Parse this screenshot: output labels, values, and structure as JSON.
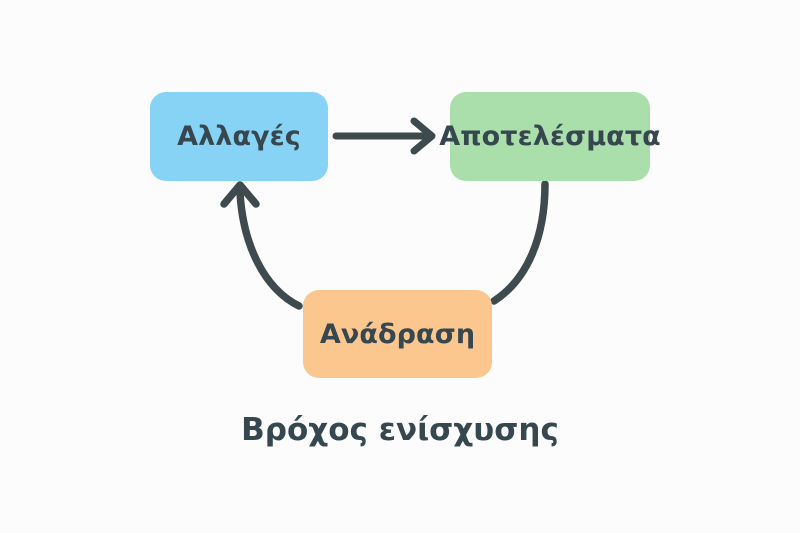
{
  "diagram": {
    "caption": "Βρόχος ενίσχυσης",
    "background_color": "#fcfcfd",
    "connector_color": "#3f4a4f",
    "text_color": "#37474f",
    "nodes": [
      {
        "id": "changes",
        "label": "Αλλαγές",
        "color": "#87d3f5"
      },
      {
        "id": "results",
        "label": "Αποτελέσματα",
        "color": "#aadfab"
      },
      {
        "id": "feedback",
        "label": "Ανάδραση",
        "color": "#fbc78f"
      }
    ],
    "connectors": [
      {
        "id": "changes-to-results",
        "from": "changes",
        "to": "results",
        "shape": "straight",
        "arrowhead": true
      },
      {
        "id": "results-to-feedback",
        "from": "results",
        "to": "feedback",
        "shape": "curved",
        "arrowhead": false
      },
      {
        "id": "feedback-to-changes",
        "from": "feedback",
        "to": "changes",
        "shape": "curved",
        "arrowhead": true
      }
    ]
  }
}
